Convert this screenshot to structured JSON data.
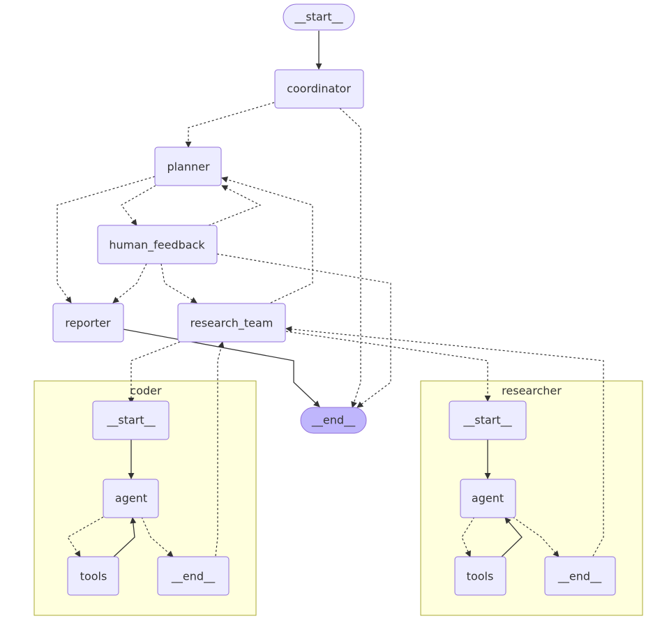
{
  "diagram": {
    "type": "langgraph-flowchart",
    "nodes": {
      "start": "__start__",
      "coordinator": "coordinator",
      "planner": "planner",
      "human_feedback": "human_feedback",
      "reporter": "reporter",
      "research_team": "research_team",
      "end": "__end__"
    },
    "clusters": {
      "coder": {
        "title": "coder",
        "nodes": {
          "start": "__start__",
          "agent": "agent",
          "tools": "tools",
          "end": "__end__"
        }
      },
      "researcher": {
        "title": "researcher",
        "nodes": {
          "start": "__start__",
          "agent": "agent",
          "tools": "tools",
          "end": "__end__"
        }
      }
    },
    "edges": [
      {
        "from": "__start__",
        "to": "coordinator",
        "style": "solid"
      },
      {
        "from": "coordinator",
        "to": "planner",
        "style": "dashed"
      },
      {
        "from": "coordinator",
        "to": "__end__",
        "style": "dashed"
      },
      {
        "from": "planner",
        "to": "human_feedback",
        "style": "dashed"
      },
      {
        "from": "planner",
        "to": "reporter",
        "style": "dashed"
      },
      {
        "from": "human_feedback",
        "to": "planner",
        "style": "dashed"
      },
      {
        "from": "human_feedback",
        "to": "reporter",
        "style": "dashed"
      },
      {
        "from": "human_feedback",
        "to": "research_team",
        "style": "dashed"
      },
      {
        "from": "human_feedback",
        "to": "__end__",
        "style": "dashed"
      },
      {
        "from": "research_team",
        "to": "planner",
        "style": "dashed"
      },
      {
        "from": "research_team",
        "to": "coder",
        "style": "dashed"
      },
      {
        "from": "research_team",
        "to": "researcher",
        "style": "dashed"
      },
      {
        "from": "reporter",
        "to": "__end__",
        "style": "solid"
      },
      {
        "from": "coder",
        "to": "research_team",
        "style": "dashed"
      },
      {
        "from": "researcher",
        "to": "research_team",
        "style": "dashed"
      },
      {
        "from": "coder.__start__",
        "to": "coder.agent",
        "style": "solid"
      },
      {
        "from": "coder.agent",
        "to": "coder.tools",
        "style": "dashed"
      },
      {
        "from": "coder.agent",
        "to": "coder.__end__",
        "style": "dashed"
      },
      {
        "from": "coder.tools",
        "to": "coder.agent",
        "style": "solid"
      },
      {
        "from": "researcher.__start__",
        "to": "researcher.agent",
        "style": "solid"
      },
      {
        "from": "researcher.agent",
        "to": "researcher.tools",
        "style": "dashed"
      },
      {
        "from": "researcher.agent",
        "to": "researcher.__end__",
        "style": "dashed"
      },
      {
        "from": "researcher.tools",
        "to": "researcher.agent",
        "style": "solid"
      }
    ]
  },
  "colors": {
    "node_fill": "#ECECFF",
    "node_stroke": "#9370DB",
    "end_fill": "#bfb6fc",
    "cluster_fill": "#ffffde",
    "cluster_stroke": "#aaaa33",
    "edge": "#333333",
    "text": "#333333"
  }
}
